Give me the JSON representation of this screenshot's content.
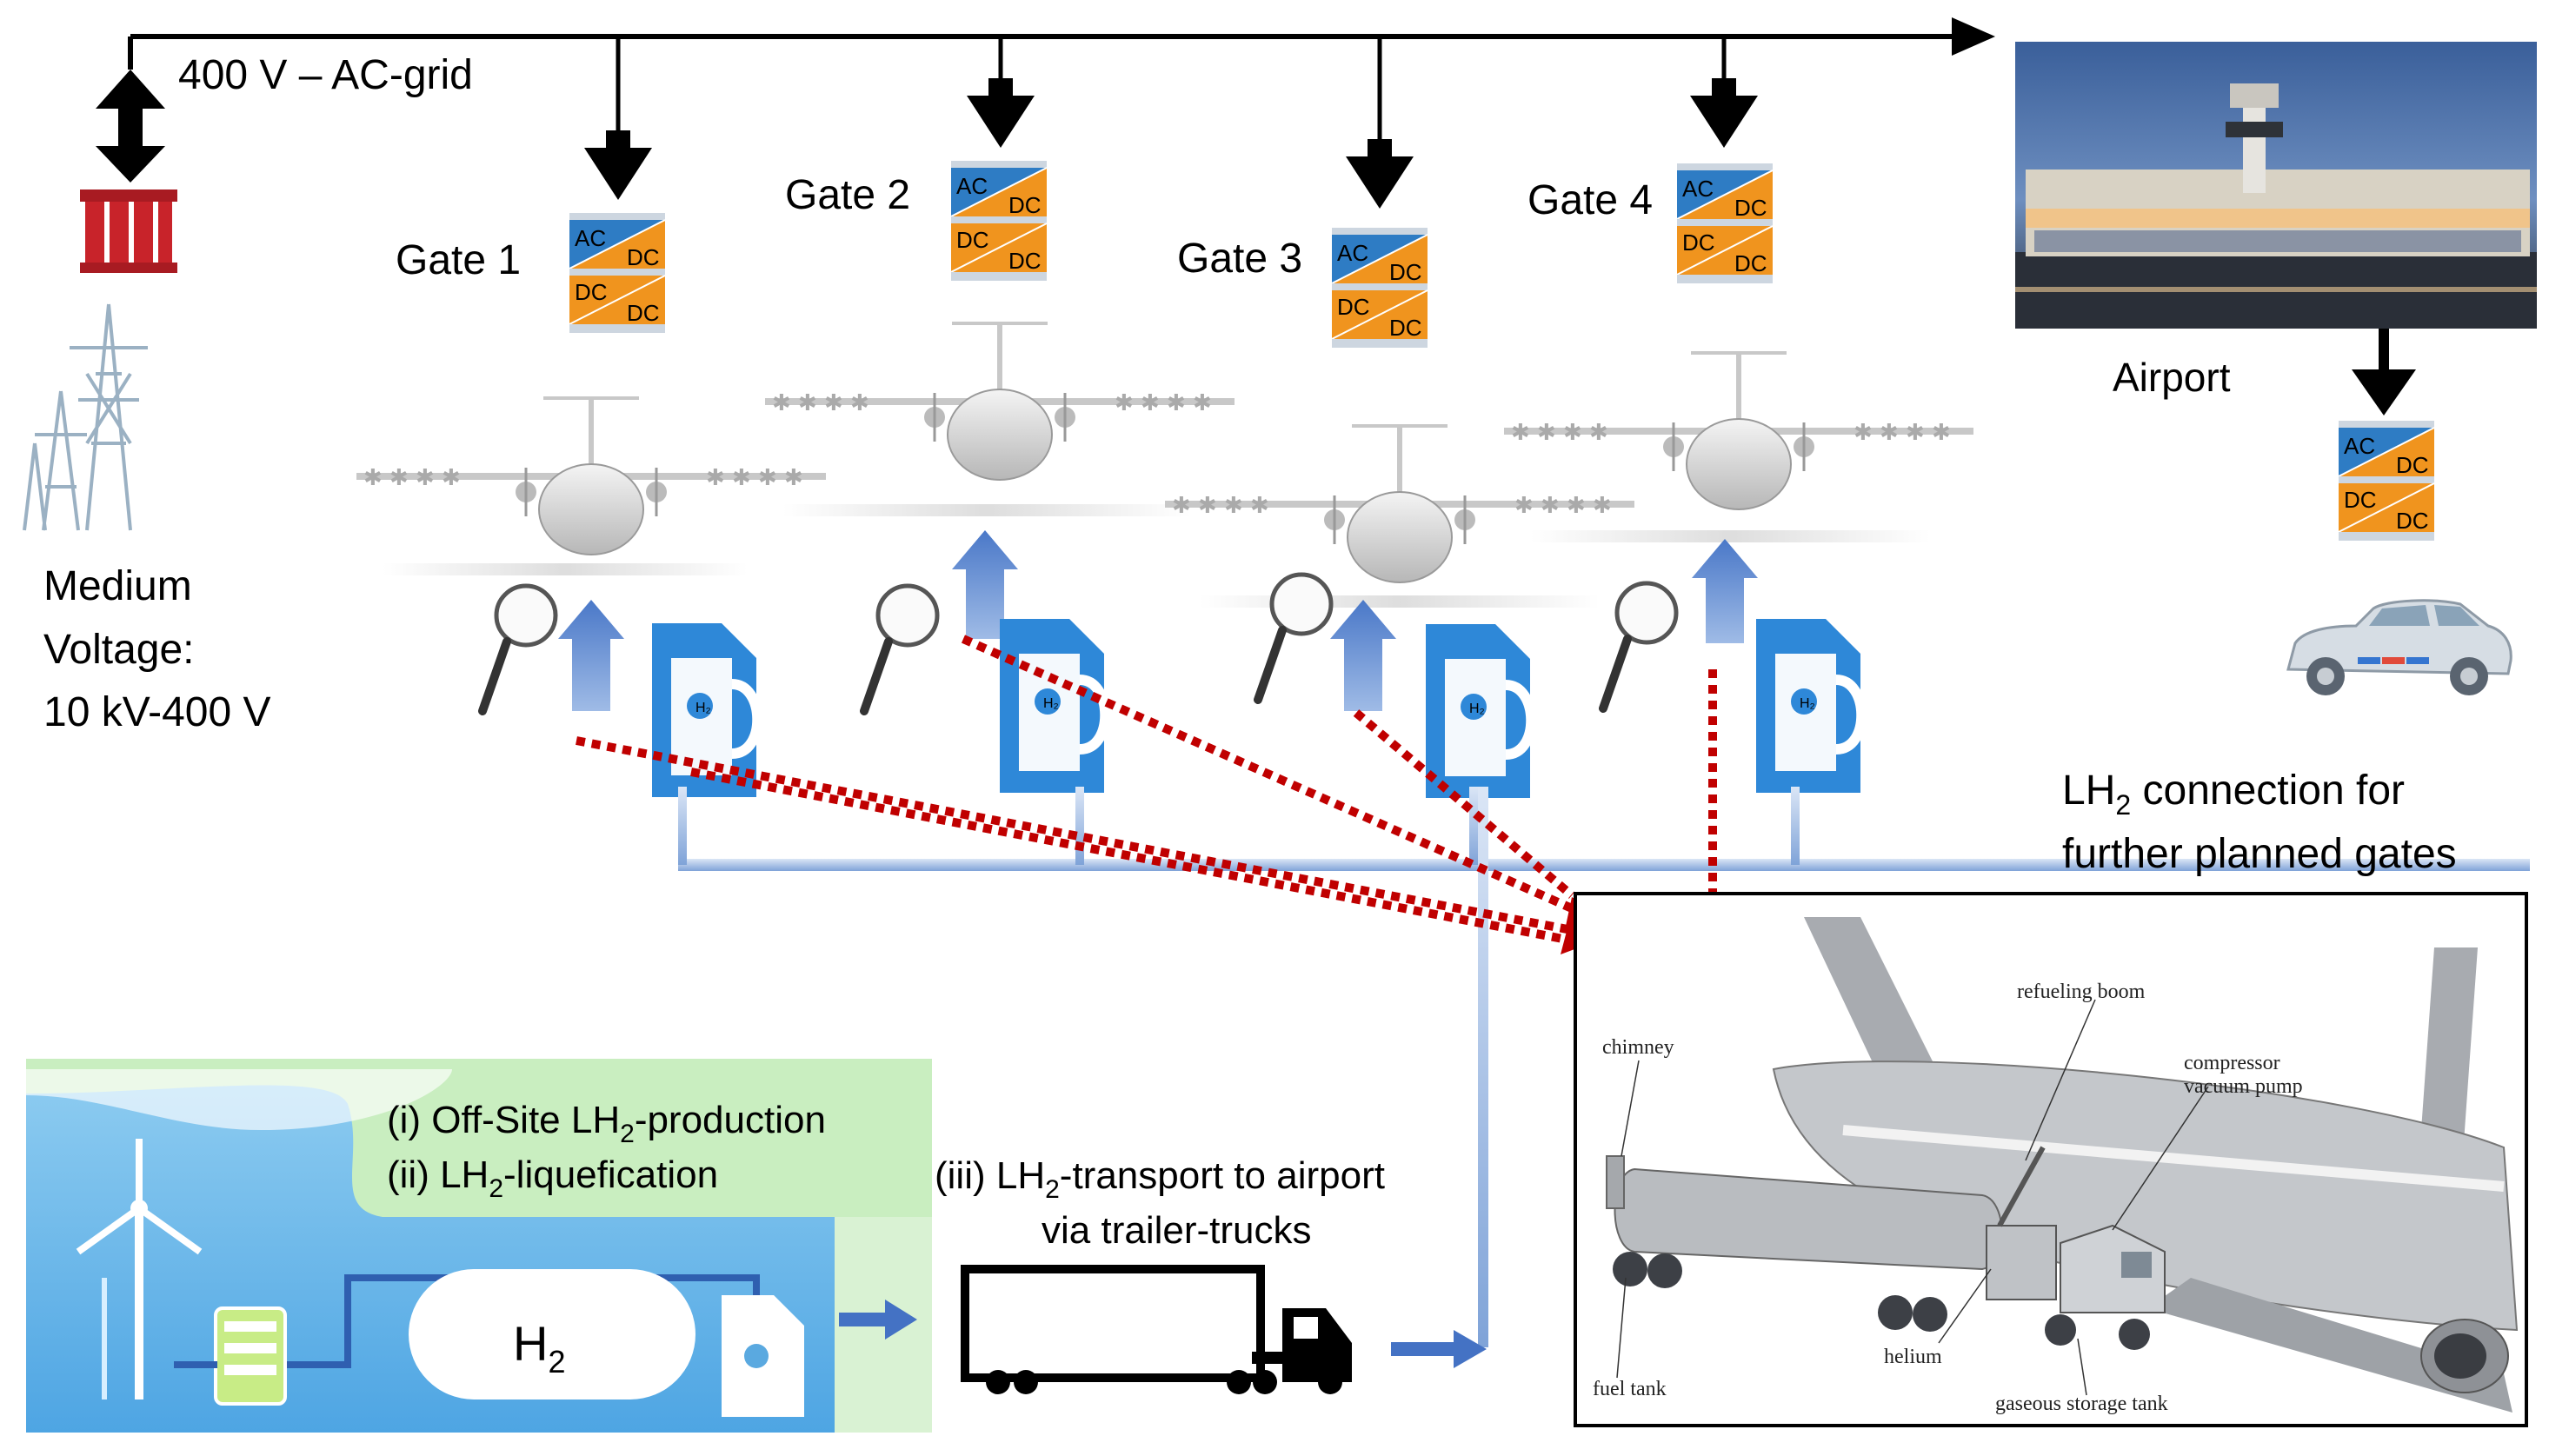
{
  "grid": {
    "label": "400 V – AC-grid"
  },
  "medium_voltage": {
    "line1": "Medium",
    "line2": "Voltage:",
    "line3": "10 kV-400 V"
  },
  "gates": [
    {
      "label": "Gate 1"
    },
    {
      "label": "Gate 2"
    },
    {
      "label": "Gate 3"
    },
    {
      "label": "Gate 4"
    }
  ],
  "converter": {
    "ac": "AC",
    "dc": "DC"
  },
  "airport": {
    "label": "Airport"
  },
  "lh2_connection": {
    "line1_pre": "LH",
    "line1_sub": "2",
    "line1_post": " connection for",
    "line2": "further planned gates"
  },
  "production": {
    "line1_pre": "(i)  Off-Site LH",
    "line1_sub": "2",
    "line1_post": "-production",
    "line2_pre": "(ii) LH",
    "line2_sub": "2",
    "line2_post": "-liquefication",
    "tank_label": "H",
    "tank_sub": "2"
  },
  "transport": {
    "line1_pre": "(iii) LH",
    "line1_sub": "2",
    "line1_post": "-transport to airport",
    "line2": "via trailer-trucks"
  },
  "refuel_diagram": {
    "chimney": "chimney",
    "refueling_boom": "refueling boom",
    "compressor": "compressor",
    "vacuum_pump": "vacuum pump",
    "helium": "helium",
    "fuel_tank": "fuel tank",
    "gaseous_storage_tank": "gaseous storage tank"
  },
  "pump_label": {
    "pre": "H",
    "sub": "2"
  },
  "colors": {
    "converter_blue": "#2e7cc4",
    "converter_orange": "#f0941e",
    "pipe_blue": "#8fb3e3",
    "arrow_blue": "#4472c4",
    "dotted_red": "#c00000",
    "transformer_red": "#c8232a",
    "production_green": "#c9eec0",
    "production_blue": "#66b3e8"
  }
}
